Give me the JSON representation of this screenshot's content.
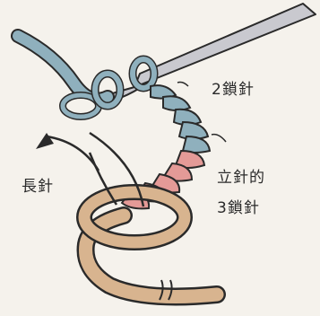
{
  "labels": {
    "two_chain": "2鎖針",
    "long_stitch": "長針",
    "turning_line1": "立針的",
    "turning_line2": "3鎖針"
  },
  "colors": {
    "background": "#f5f2ec",
    "hook": "#c9c9cf",
    "blue_yarn": "#8fb0bd",
    "pink_yarn": "#e49a97",
    "tan_yarn": "#d8b48f",
    "outline": "#2a2a2a"
  },
  "icons": {
    "hook": "crochet-hook-icon",
    "arrow": "curved-arrow-icon"
  }
}
